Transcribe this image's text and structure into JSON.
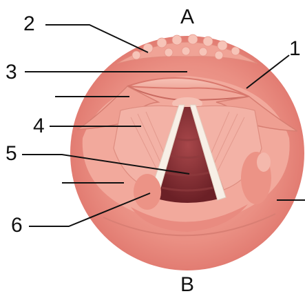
{
  "diagram": {
    "orientation_top": "A",
    "orientation_bottom": "B",
    "labels": [
      {
        "id": "1",
        "text": "1"
      },
      {
        "id": "2",
        "text": "2"
      },
      {
        "id": "3",
        "text": "3"
      },
      {
        "id": "4",
        "text": "4"
      },
      {
        "id": "5",
        "text": "5"
      },
      {
        "id": "6",
        "text": "6"
      }
    ]
  },
  "colors": {
    "background": "#ffffff",
    "outer_tissue": "#e9897e",
    "inner_tissue": "#f2a79b",
    "airway_dark": "#7a2a2e",
    "vocal_fold": "#f6eee4",
    "leader_line": "#111111"
  }
}
